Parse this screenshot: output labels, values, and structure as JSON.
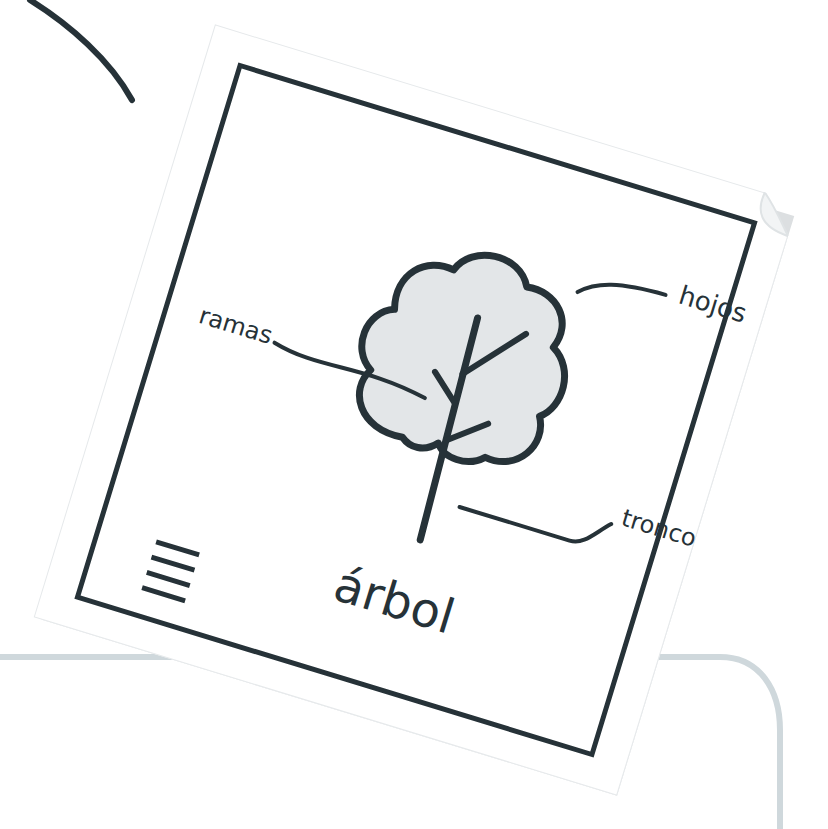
{
  "diagram": {
    "labels": [
      "ramas",
      "hojos",
      "tronco",
      "árbol"
    ]
  }
}
